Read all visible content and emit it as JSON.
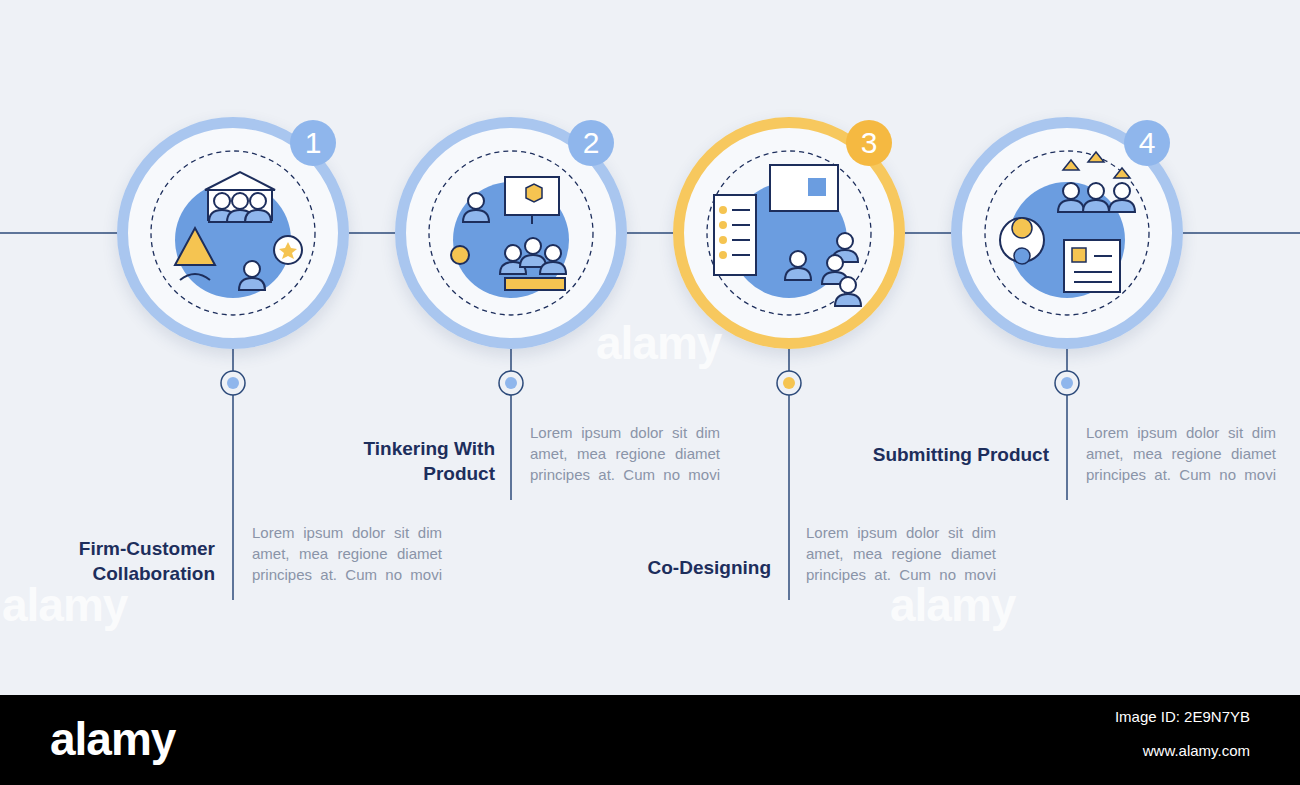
{
  "diagram": {
    "nodes": [
      {
        "text": [
          "1"
        ]
      },
      {
        "text": [
          "2"
        ]
      },
      {
        "text": [
          "3"
        ]
      },
      {
        "text": [
          "4"
        ]
      }
    ],
    "edges": [
      {
        "from": 0,
        "to": 1,
        "arrow": "none"
      },
      {
        "from": 1,
        "to": 2,
        "arrow": "none"
      },
      {
        "from": 2,
        "to": 3,
        "arrow": "none"
      }
    ],
    "labels": [
      "Firm-Customer Collaboration",
      "Lorem ipsum dolor sit dim amet, mea regione diamet principes at. Cum no movi",
      "Tinkering With Product",
      "Lorem ipsum dolor sit dim amet, mea regione diamet principes at. Cum no movi",
      "Co-Designing",
      "Lorem ipsum dolor sit dim amet, mea regione diamet principes at. Cum no movi",
      "Submitting Product",
      "Lorem ipsum dolor sit dim amet, mea regione diamet principes at. Cum no movi",
      "alamy",
      "alamy",
      "alamy",
      "alamy",
      "Image ID: 2E9N7YB",
      "www.alamy.com"
    ]
  }
}
